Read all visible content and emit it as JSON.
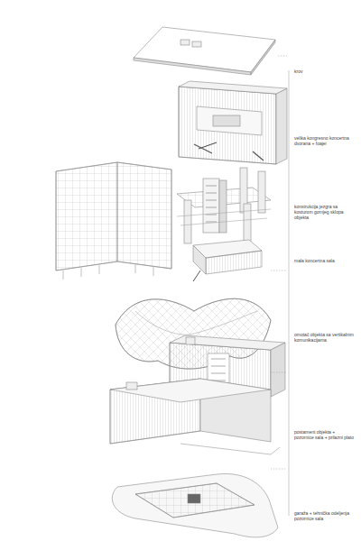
{
  "diagram": {
    "labels": [
      "krov",
      "velika kongresno koncertna dvorana + foajei",
      "konstrukcija jezgra sa kosturom gornjeg sklopa objekta",
      "mala koncertna sala",
      "omotač objekta sa vertikalnim komunikacijama",
      "postament objekta + pozornice sala + prilazni plato",
      "garaža + tehnička odeljenja pozornice sala"
    ]
  }
}
